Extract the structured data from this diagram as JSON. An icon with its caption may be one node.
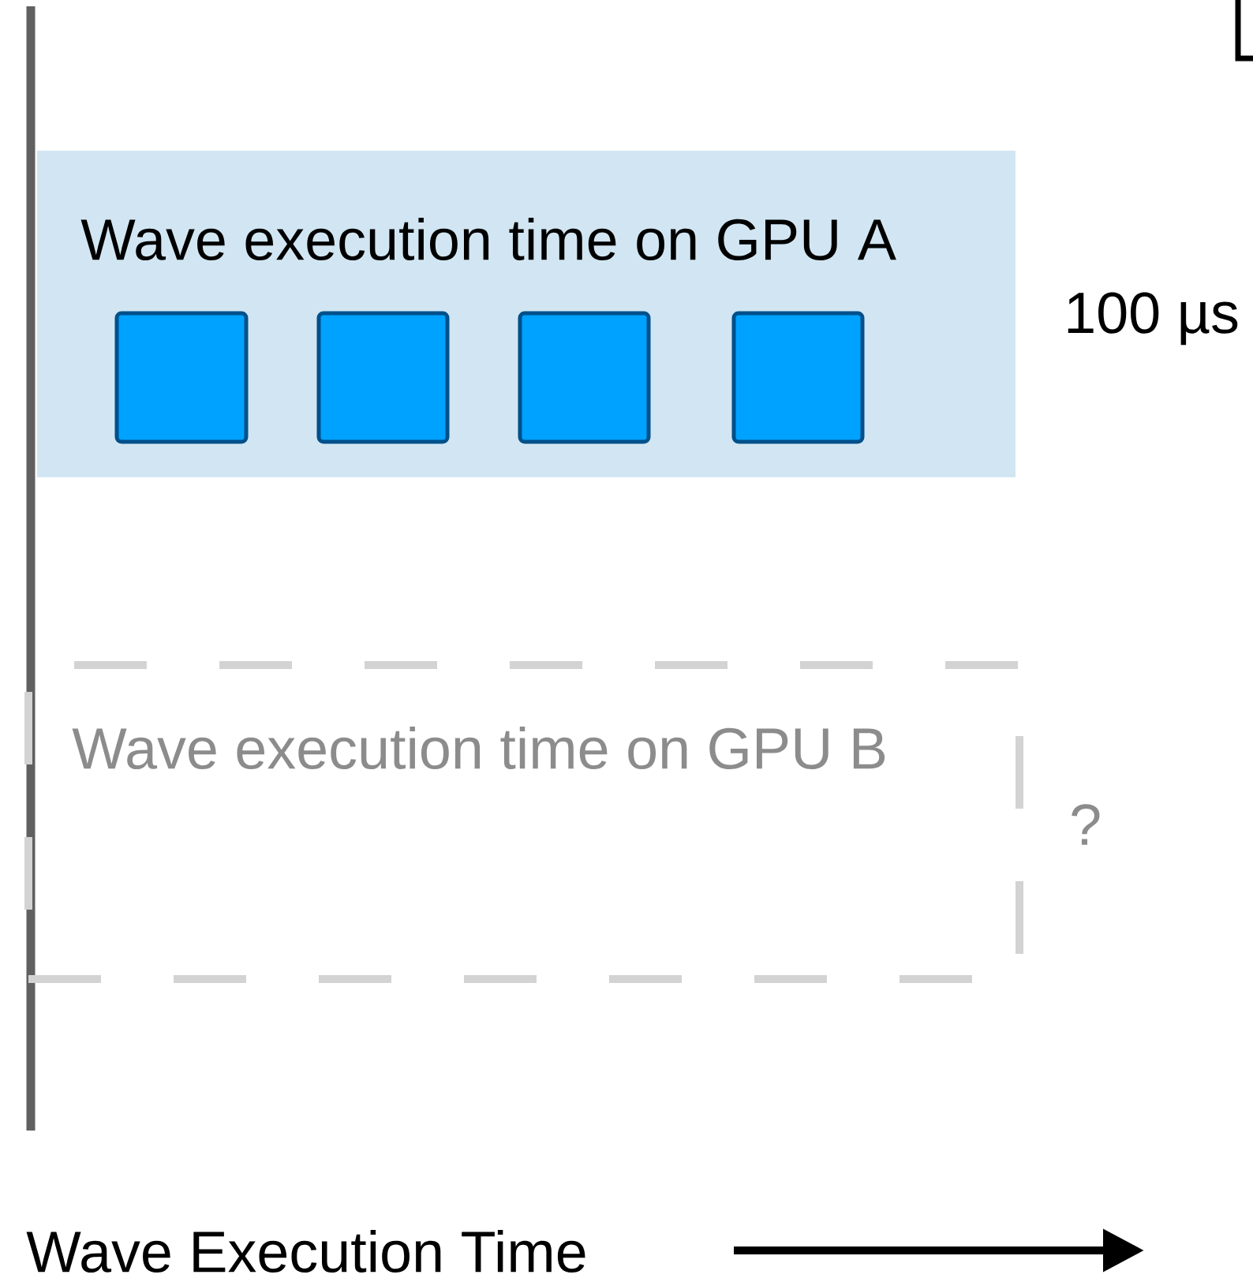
{
  "diagram": {
    "nodes": [
      {
        "text": [
          "Wave execution time on GPU A"
        ],
        "beside": [
          "100 µs"
        ]
      },
      {
        "text": [],
        "shape": "box",
        "in": 0
      },
      {
        "text": [],
        "shape": "box",
        "in": 0
      },
      {
        "text": [],
        "shape": "box",
        "in": 0
      },
      {
        "text": [],
        "shape": "box",
        "in": 0
      },
      {
        "text": [
          "Wave execution time on GPU B"
        ],
        "beside": [
          "?"
        ]
      }
    ],
    "edges": [],
    "labels": [
      "Wave Execution Time"
    ]
  }
}
